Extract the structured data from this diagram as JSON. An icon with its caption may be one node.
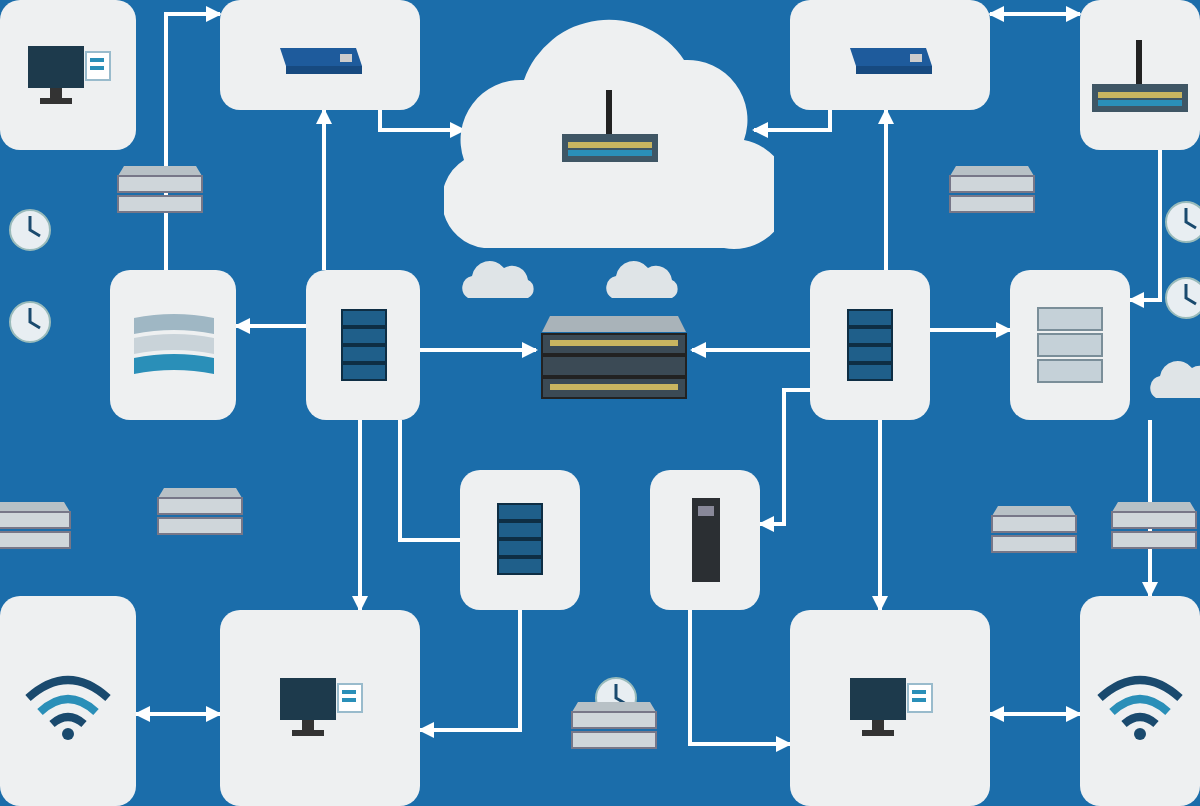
{
  "diagram": {
    "nodes": [
      {
        "text": [],
        "shape": "box"
      },
      {
        "text": [],
        "shape": "box"
      },
      {
        "text": [],
        "shape": "cloud"
      },
      {
        "text": [],
        "shape": "box"
      },
      {
        "text": [],
        "shape": "box"
      },
      {
        "text": [],
        "shape": "box"
      },
      {
        "text": [],
        "shape": "box"
      },
      {
        "text": [],
        "shape": "picture"
      },
      {
        "text": [],
        "shape": "box"
      },
      {
        "text": [],
        "shape": "box"
      },
      {
        "text": [],
        "shape": "box"
      },
      {
        "text": [],
        "shape": "box"
      },
      {
        "text": [],
        "shape": "box"
      },
      {
        "text": [],
        "shape": "box"
      },
      {
        "text": [],
        "shape": "box"
      },
      {
        "text": [],
        "shape": "box"
      }
    ],
    "edges": [
      {
        "from": 5,
        "to": 1,
        "arrow": "to"
      },
      {
        "from": 6,
        "to": 1,
        "arrow": "to"
      },
      {
        "from": 1,
        "to": 2,
        "arrow": "to"
      },
      {
        "from": 3,
        "to": 2,
        "arrow": "to"
      },
      {
        "from": 3,
        "to": 4,
        "arrow": "both"
      },
      {
        "from": 8,
        "to": 3,
        "arrow": "to"
      },
      {
        "from": 6,
        "to": 7,
        "arrow": "to"
      },
      {
        "from": 8,
        "to": 7,
        "arrow": "to"
      },
      {
        "from": 6,
        "to": 5,
        "arrow": "to"
      },
      {
        "from": 8,
        "to": 9,
        "arrow": "to"
      },
      {
        "from": 6,
        "to": 13,
        "arrow": "to"
      },
      {
        "from": 12,
        "to": 13,
        "arrow": "both"
      },
      {
        "from": 14,
        "to": 15,
        "arrow": "both"
      },
      {
        "from": 11,
        "to": 14,
        "arrow": "to"
      },
      {
        "from": 8,
        "to": 14,
        "arrow": "to"
      },
      {
        "from": 8,
        "to": 11,
        "arrow": "to"
      },
      {
        "from": 10,
        "to": 13,
        "arrow": "to"
      },
      {
        "from": 6,
        "to": 10,
        "arrow": "none"
      },
      {
        "from": 4,
        "to": 9,
        "arrow": "to"
      },
      {
        "from": 9,
        "to": 15,
        "arrow": "to"
      }
    ]
  }
}
